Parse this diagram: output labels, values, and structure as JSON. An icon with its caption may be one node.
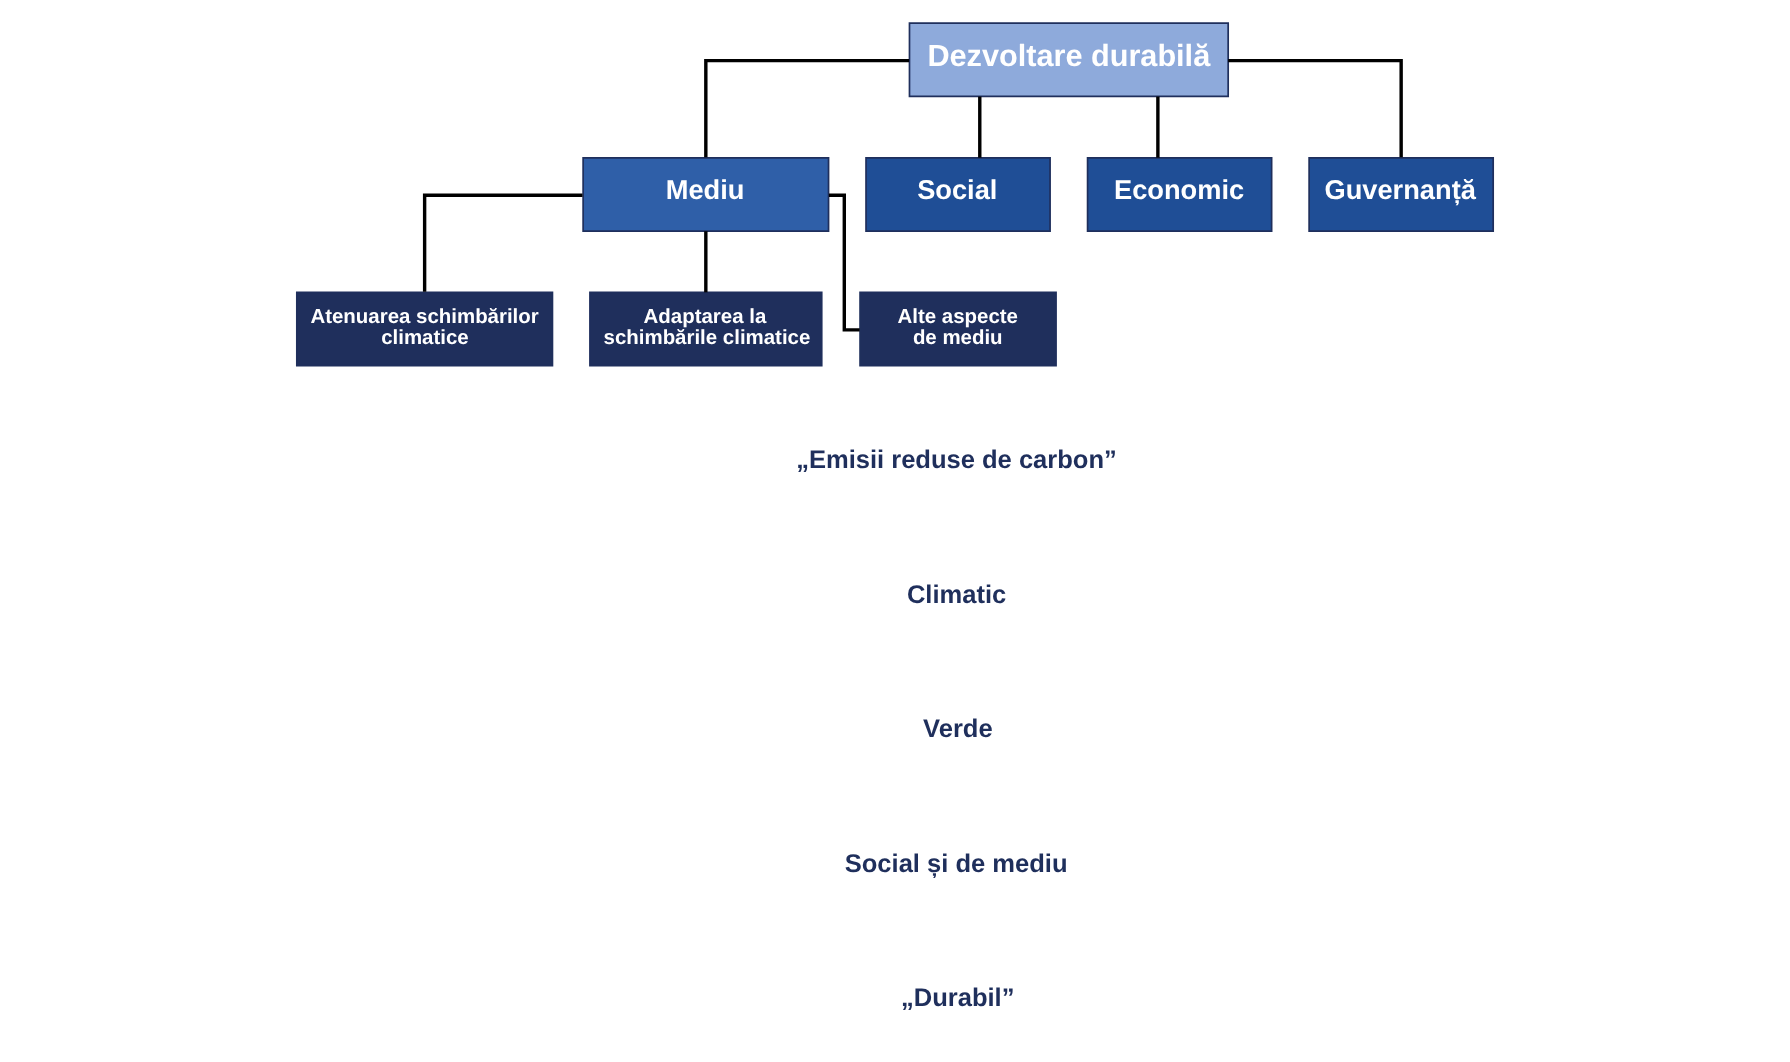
{
  "diagram": {
    "nodes": [
      {
        "text": [
          "Dezvoltare durabilă"
        ]
      },
      {
        "text": [
          "Mediu"
        ]
      },
      {
        "text": [
          "Social"
        ]
      },
      {
        "text": [
          "Economic"
        ]
      },
      {
        "text": [
          "Guvernanță"
        ]
      },
      {
        "text": [
          "Atenuarea schimbărilor climatice"
        ]
      },
      {
        "text": [
          "Adaptarea la schimbările climatice"
        ]
      },
      {
        "text": [
          "Alte aspecte de mediu"
        ]
      }
    ],
    "edges": [
      {
        "from": 0,
        "to": 1,
        "arrow": "none"
      },
      {
        "from": 0,
        "to": 2,
        "arrow": "none"
      },
      {
        "from": 0,
        "to": 3,
        "arrow": "none"
      },
      {
        "from": 0,
        "to": 4,
        "arrow": "none"
      },
      {
        "from": 1,
        "to": 5,
        "arrow": "none"
      },
      {
        "from": 1,
        "to": 6,
        "arrow": "none"
      },
      {
        "from": 1,
        "to": 7,
        "arrow": "none"
      }
    ],
    "labels": [
      "„Emisii reduse de carbon”",
      "Climatic",
      "Verde",
      "Social și de mediu",
      "„Durabil”"
    ]
  }
}
